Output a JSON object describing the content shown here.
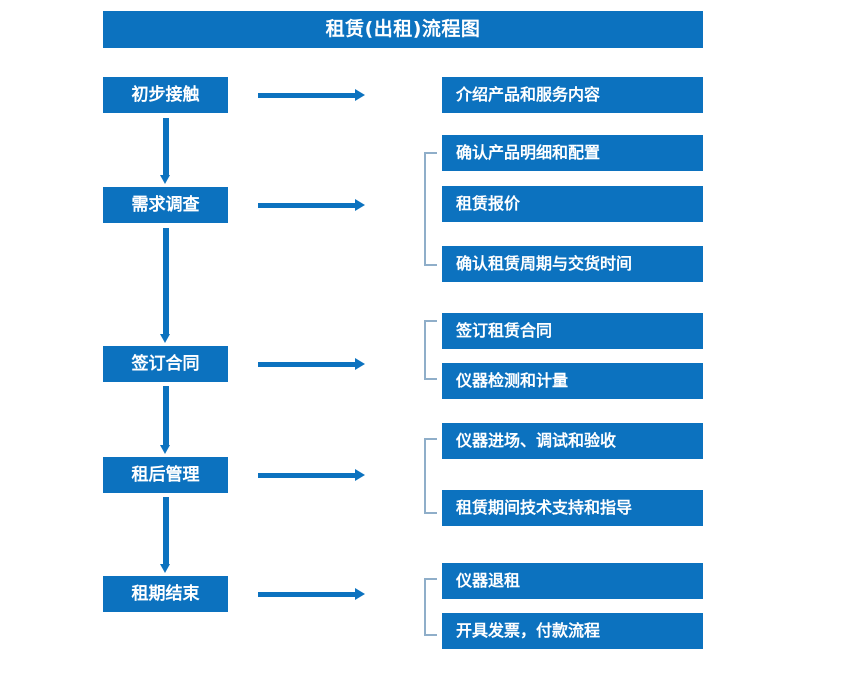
{
  "title": {
    "text": "租赁(出租)流程图"
  },
  "colors": {
    "box_fill": "#0c72bf",
    "box_text": "#ffffff",
    "arrow": "#0c72bf",
    "bracket": "#8faec9",
    "background": "#ffffff"
  },
  "stages": [
    {
      "label": "初步接触"
    },
    {
      "label": "需求调查"
    },
    {
      "label": "签订合同"
    },
    {
      "label": "租后管理"
    },
    {
      "label": "租期结束"
    }
  ],
  "details": [
    {
      "label": "介绍产品和服务内容"
    },
    {
      "label": "确认产品明细和配置"
    },
    {
      "label": "租赁报价"
    },
    {
      "label": "确认租赁周期与交货时间"
    },
    {
      "label": "签订租赁合同"
    },
    {
      "label": "仪器检测和计量"
    },
    {
      "label": "仪器进场、调试和验收"
    },
    {
      "label": "租赁期间技术支持和指导"
    },
    {
      "label": "仪器退租"
    },
    {
      "label": "开具发票，付款流程"
    }
  ],
  "flow": {
    "groups": [
      {
        "stage": "初步接触",
        "items": [
          "介绍产品和服务内容"
        ]
      },
      {
        "stage": "需求调查",
        "items": [
          "确认产品明细和配置",
          "租赁报价",
          "确认租赁周期与交货时间"
        ]
      },
      {
        "stage": "签订合同",
        "items": [
          "签订租赁合同",
          "仪器检测和计量"
        ]
      },
      {
        "stage": "租后管理",
        "items": [
          "仪器进场、调试和验收",
          "租赁期间技术支持和指导"
        ]
      },
      {
        "stage": "租期结束",
        "items": [
          "仪器退租",
          "开具发票，付款流程"
        ]
      }
    ],
    "sequence": [
      "初步接触",
      "需求调查",
      "签订合同",
      "租后管理",
      "租期结束"
    ]
  }
}
